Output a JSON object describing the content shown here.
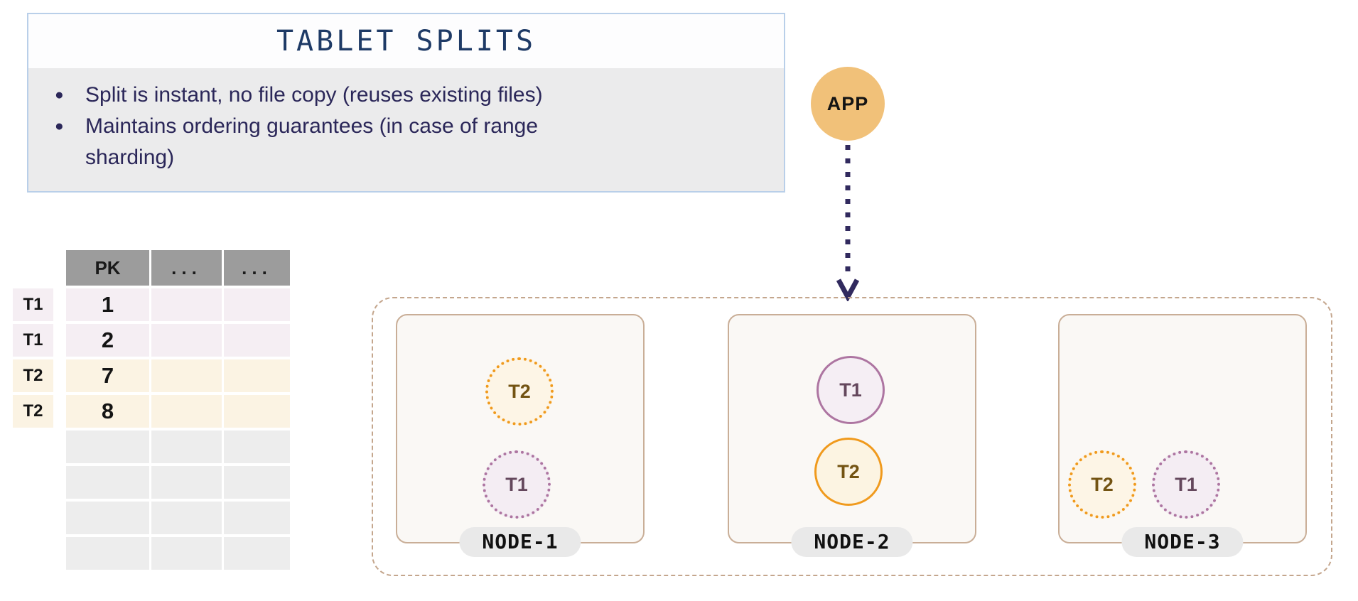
{
  "info_panel": {
    "title": "TABLET SPLITS",
    "bullets": [
      {
        "lines": [
          "Split is instant, no file copy (reuses existing files)"
        ]
      },
      {
        "lines": [
          "Maintains ordering guarantees (in case of range",
          "sharding)"
        ]
      }
    ]
  },
  "app": {
    "label": "APP"
  },
  "table": {
    "headers": [
      "PK",
      "...",
      "..."
    ],
    "rows": [
      {
        "label": "T1",
        "pk": "1"
      },
      {
        "label": "T1",
        "pk": "2"
      },
      {
        "label": "T2",
        "pk": "7"
      },
      {
        "label": "T2",
        "pk": "8"
      }
    ],
    "empty_row_count": 4
  },
  "cluster": {
    "nodes": [
      {
        "name": "NODE-1",
        "tablets": [
          {
            "label": "T2",
            "style": "dotted"
          },
          {
            "label": "T1",
            "style": "dotted"
          }
        ]
      },
      {
        "name": "NODE-2",
        "tablets": [
          {
            "label": "T1",
            "style": "solid"
          },
          {
            "label": "T2",
            "style": "solid"
          }
        ]
      },
      {
        "name": "NODE-3",
        "tablets": [
          {
            "label": "T2",
            "style": "dotted"
          },
          {
            "label": "T1",
            "style": "dotted"
          }
        ]
      }
    ]
  },
  "colors": {
    "panel_border": "#b9cfe9",
    "panel_title_bg": "#fdfdfe",
    "panel_body_bg": "#ebebec",
    "title_color": "#1e3a66",
    "bullet_color": "#2b2759",
    "app_fill": "#f1c179",
    "arrow_color": "#312a5e",
    "cluster_border": "#c4a68d",
    "node_fill": "#faf8f5",
    "node_border": "#c9ae97",
    "pill_bg": "#e9e9e9",
    "pill_text": "#111111",
    "t1_accent": "#ad75a1",
    "t1_fill": "#f5eef4",
    "t1_fill_light": "#f4edf3",
    "t1_text": "#64475c",
    "t2_accent": "#f09a1d",
    "t2_fill": "#fcf4e2",
    "t2_fill_light": "#fdf5e6",
    "t2_text": "#735312",
    "header_bg": "#9c9c9c",
    "header_text": "#1a1a1a",
    "row_t1_bg": "#f5eef3",
    "row_t2_bg": "#fbf3e3",
    "row_empty_bg": "#ededed"
  }
}
